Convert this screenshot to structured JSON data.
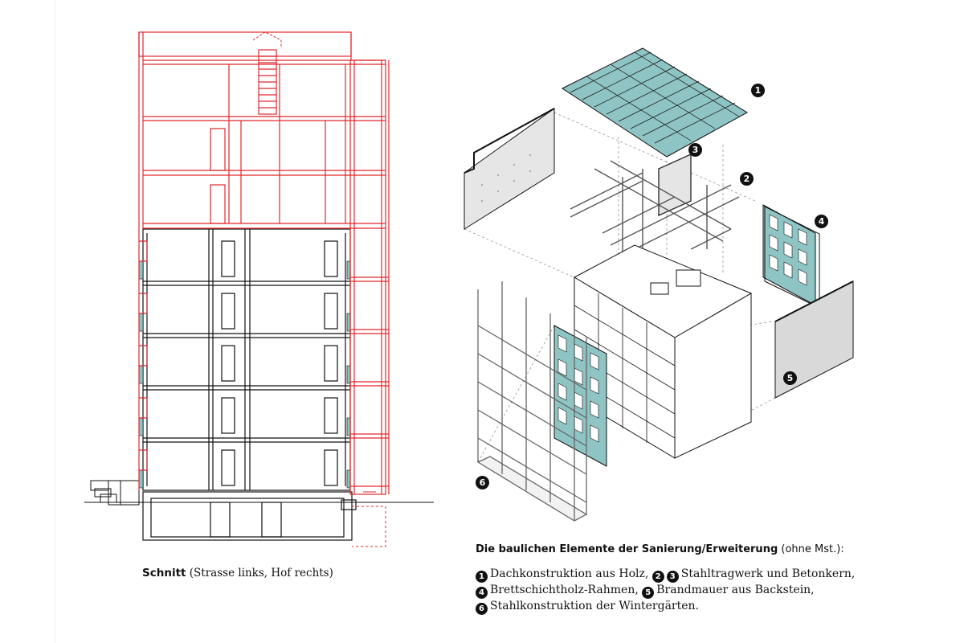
{
  "section_caption": {
    "bold": "Schnitt",
    "rest": " (Strasse links, Hof rechts)"
  },
  "legend": {
    "title_bold": "Die baulichen Elemente der Sanierung/Erweiterung",
    "title_rest": " (ohne Mst.):",
    "items": [
      {
        "num": "1",
        "text": "Dachkonstruktion aus Holz,"
      },
      {
        "num": "2",
        "text": ""
      },
      {
        "num": "3",
        "text": "Stahltragwerk und Betonkern,"
      },
      {
        "num": "4",
        "text": "Brettschichtholz-Rahmen,"
      },
      {
        "num": "5",
        "text": "Brandmauer aus Backstein,"
      },
      {
        "num": "6",
        "text": "Stahlkonstruktion der Wintergärten."
      }
    ]
  },
  "badges": {
    "b1": "1",
    "b2": "2",
    "b3": "3",
    "b4": "4",
    "b5": "5",
    "b6": "6"
  },
  "colors": {
    "new_work": "#e0282e",
    "existing": "#1a1a1a",
    "timber_accent": "#8fc4c4",
    "wall_grey": "#d9d9d9"
  }
}
